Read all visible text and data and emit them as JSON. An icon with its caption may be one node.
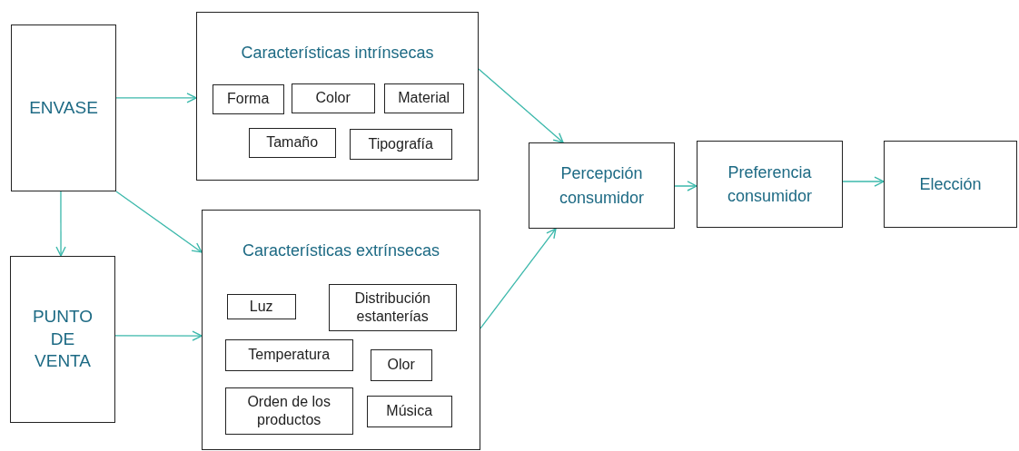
{
  "diagram": {
    "nodes": [
      {
        "text": [
          "ENVASE"
        ]
      },
      {
        "text": [
          "PUNTO DE VENTA"
        ]
      },
      {
        "text": [
          "Características intrínsecas"
        ]
      },
      {
        "text": [
          "Forma"
        ],
        "in": 2
      },
      {
        "text": [
          "Color"
        ],
        "in": 2
      },
      {
        "text": [
          "Material"
        ],
        "in": 2
      },
      {
        "text": [
          "Tamaño"
        ],
        "in": 2
      },
      {
        "text": [
          "Tipografía"
        ],
        "in": 2
      },
      {
        "text": [
          "Características extrínsecas"
        ]
      },
      {
        "text": [
          "Luz"
        ],
        "in": 8
      },
      {
        "text": [
          "Distribución estanterías"
        ],
        "in": 8
      },
      {
        "text": [
          "Temperatura"
        ],
        "in": 8
      },
      {
        "text": [
          "Olor"
        ],
        "in": 8
      },
      {
        "text": [
          "Orden de los productos"
        ],
        "in": 8
      },
      {
        "text": [
          "Música"
        ],
        "in": 8
      },
      {
        "text": [
          "Percepción consumidor"
        ]
      },
      {
        "text": [
          "Preferencia consumidor"
        ]
      },
      {
        "text": [
          "Elección"
        ]
      }
    ],
    "edges": [
      {
        "from": 0,
        "to": 2,
        "arrow": "to"
      },
      {
        "from": 0,
        "to": 1,
        "arrow": "to"
      },
      {
        "from": 0,
        "to": 8,
        "arrow": "to"
      },
      {
        "from": 1,
        "to": 8,
        "arrow": "to"
      },
      {
        "from": 2,
        "to": 15,
        "arrow": "to"
      },
      {
        "from": 8,
        "to": 15,
        "arrow": "to"
      },
      {
        "from": 15,
        "to": 16,
        "arrow": "to"
      },
      {
        "from": 16,
        "to": 17,
        "arrow": "to"
      }
    ]
  }
}
